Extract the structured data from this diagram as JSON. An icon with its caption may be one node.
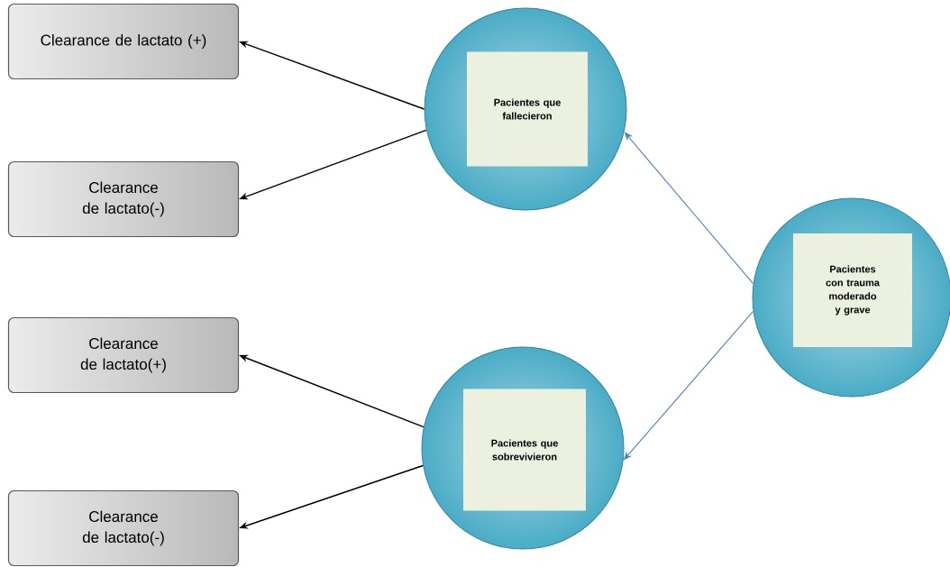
{
  "diagram": {
    "nodes": [
      {
        "text": [
          "Clearance de lactato (+)"
        ]
      },
      {
        "text": [
          "Clearance de lactato(-)"
        ]
      },
      {
        "text": [
          "Clearance de lactato(+)"
        ]
      },
      {
        "text": [
          "Clearance de lactato(-)"
        ]
      },
      {
        "text": [],
        "shape": "circle"
      },
      {
        "text": [
          "Pacientes que fallecieron"
        ],
        "in": 4
      },
      {
        "text": [],
        "shape": "circle"
      },
      {
        "text": [
          "Pacientes que sobrevivieron"
        ],
        "in": 6
      },
      {
        "text": [],
        "shape": "circle"
      },
      {
        "text": [
          "Pacientes con trauma moderado y grave"
        ],
        "in": 8
      }
    ],
    "edges": [
      {
        "from": 4,
        "to": 0,
        "arrow": "to"
      },
      {
        "from": 4,
        "to": 1,
        "arrow": "to"
      },
      {
        "from": 6,
        "to": 2,
        "arrow": "to"
      },
      {
        "from": 6,
        "to": 3,
        "arrow": "to"
      },
      {
        "from": 8,
        "to": 4,
        "arrow": "to",
        "color": "#4f81bd"
      },
      {
        "from": 8,
        "to": 6,
        "arrow": "to",
        "color": "#4f81bd"
      }
    ]
  }
}
